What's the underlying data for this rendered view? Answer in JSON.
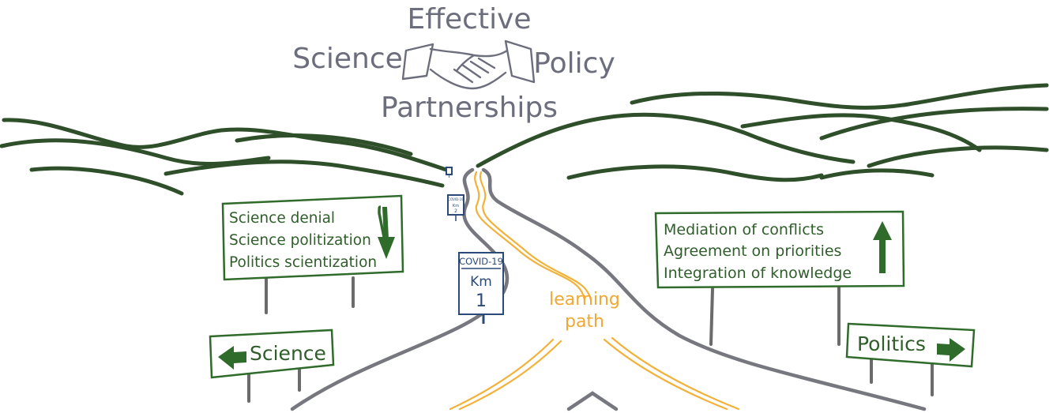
{
  "title": {
    "top": "Effective",
    "left": "Science",
    "right": "Policy",
    "bottom": "Partnerships"
  },
  "left_sign": {
    "lines": [
      "Science denial",
      "Science politization",
      "Politics scientization"
    ]
  },
  "right_sign": {
    "lines": [
      "Mediation of conflicts",
      "Agreement on priorities",
      "Integration of knowledge"
    ]
  },
  "science_sign": {
    "label": "Science"
  },
  "politics_sign": {
    "label": "Politics"
  },
  "road": {
    "line1": "learning",
    "line2": "path"
  },
  "km_sign_near": {
    "top": "COVID-19",
    "unit": "Km",
    "number": "1"
  },
  "km_sign_far": {
    "top": "COVID-19",
    "unit": "Km",
    "number": "2"
  },
  "colors": {
    "hills": "#2f4f2a",
    "sign_green": "#2f6b2a",
    "title_gray": "#6d6e7d",
    "road_gray": "#77787f",
    "lane_yellow": "#f2b23a",
    "km_blue": "#2b4a78"
  },
  "icons": [
    "handshake-icon",
    "arrow-down-icon",
    "arrow-up-icon",
    "arrow-left-icon",
    "arrow-right-icon"
  ]
}
